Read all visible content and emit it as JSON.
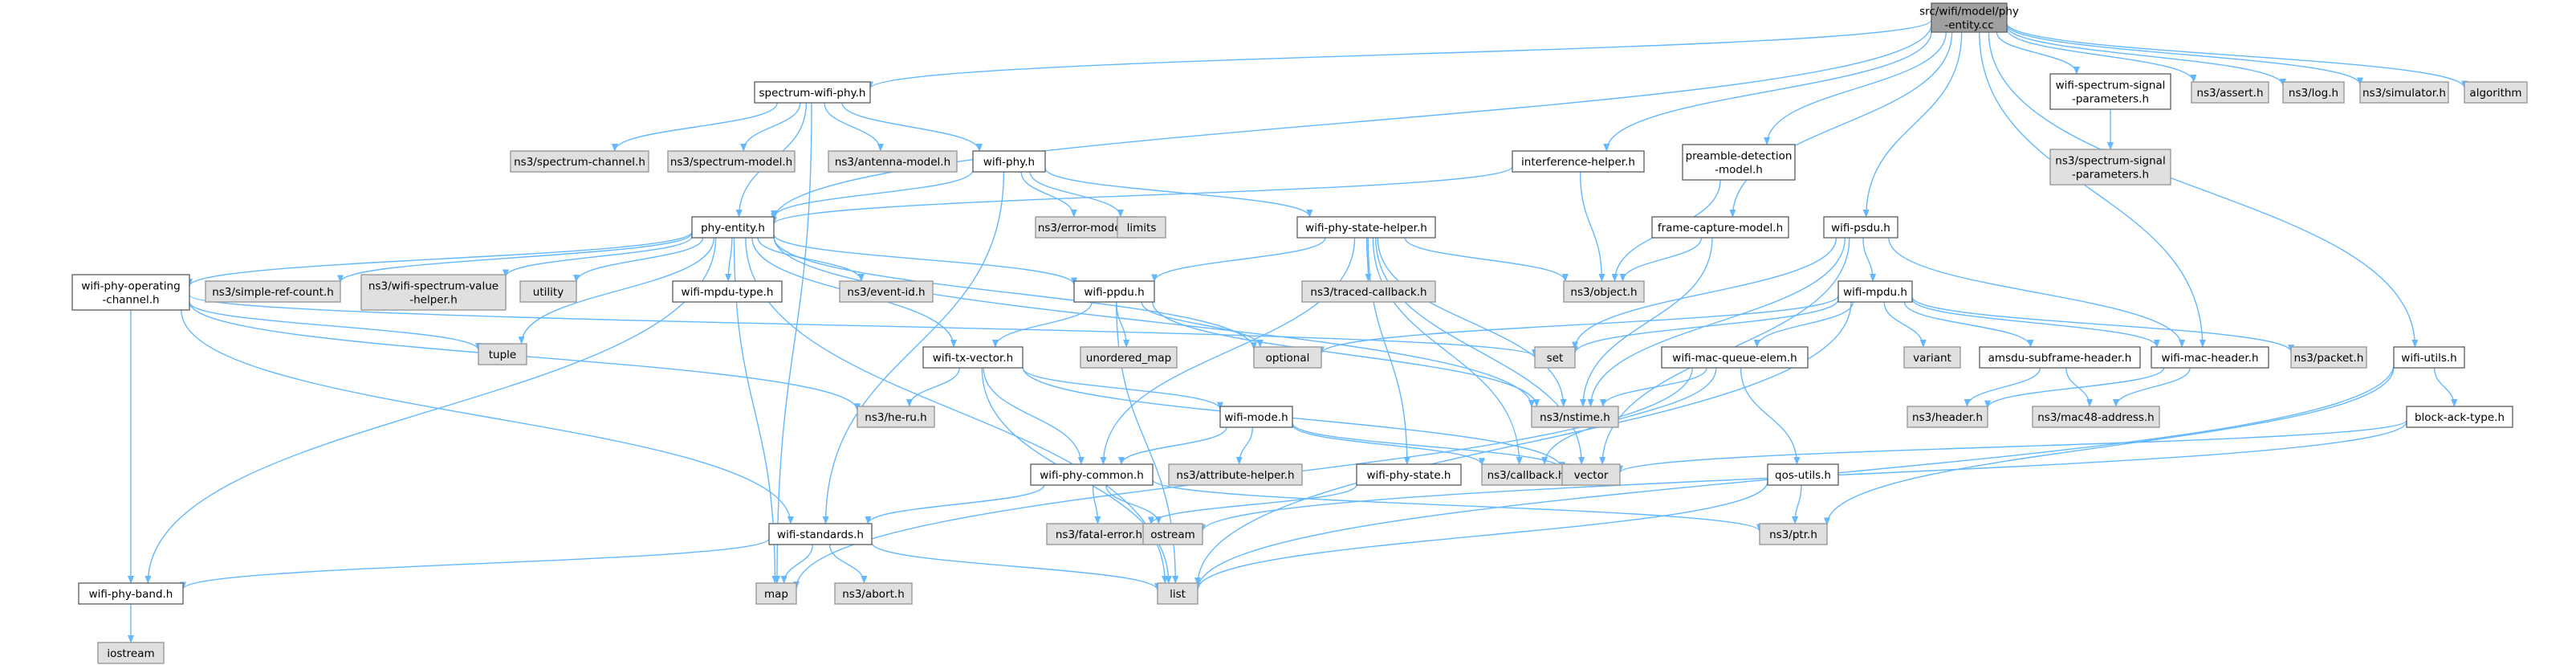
{
  "nodes": [
    {
      "id": "root",
      "lines": [
        "src/wifi/model/phy",
        "-entity.cc"
      ],
      "kind": "root"
    },
    {
      "id": "spectrum-wifi-phy",
      "lines": [
        "spectrum-wifi-phy.h"
      ],
      "kind": "doc"
    },
    {
      "id": "interference-helper",
      "lines": [
        "interference-helper.h"
      ],
      "kind": "doc"
    },
    {
      "id": "preamble-detection",
      "lines": [
        "preamble-detection",
        "-model.h"
      ],
      "kind": "doc"
    },
    {
      "id": "frame-capture",
      "lines": [
        "frame-capture-model.h"
      ],
      "kind": "doc"
    },
    {
      "id": "wifi-psdu",
      "lines": [
        "wifi-psdu.h"
      ],
      "kind": "doc"
    },
    {
      "id": "wifi-spectrum-signal-params",
      "lines": [
        "wifi-spectrum-signal",
        "-parameters.h"
      ],
      "kind": "doc"
    },
    {
      "id": "ns3-assert",
      "lines": [
        "ns3/assert.h"
      ],
      "kind": "ext"
    },
    {
      "id": "ns3-log",
      "lines": [
        "ns3/log.h"
      ],
      "kind": "ext"
    },
    {
      "id": "ns3-simulator",
      "lines": [
        "ns3/simulator.h"
      ],
      "kind": "ext"
    },
    {
      "id": "algorithm",
      "lines": [
        "algorithm"
      ],
      "kind": "ext"
    },
    {
      "id": "ns3-spectrum-signal-params",
      "lines": [
        "ns3/spectrum-signal",
        "-parameters.h"
      ],
      "kind": "ext"
    },
    {
      "id": "ns3-spectrum-channel",
      "lines": [
        "ns3/spectrum-channel.h"
      ],
      "kind": "ext"
    },
    {
      "id": "ns3-spectrum-model",
      "lines": [
        "ns3/spectrum-model.h"
      ],
      "kind": "ext"
    },
    {
      "id": "ns3-antenna-model",
      "lines": [
        "ns3/antenna-model.h"
      ],
      "kind": "ext"
    },
    {
      "id": "wifi-phy",
      "lines": [
        "wifi-phy.h"
      ],
      "kind": "doc"
    },
    {
      "id": "ns3-error-model",
      "lines": [
        "ns3/error-model.h"
      ],
      "kind": "ext"
    },
    {
      "id": "limits",
      "lines": [
        "limits"
      ],
      "kind": "ext"
    },
    {
      "id": "wifi-phy-state-helper",
      "lines": [
        "wifi-phy-state-helper.h"
      ],
      "kind": "doc"
    },
    {
      "id": "phy-entity",
      "lines": [
        "phy-entity.h"
      ],
      "kind": "doc"
    },
    {
      "id": "wifi-phy-operating-channel",
      "lines": [
        "wifi-phy-operating",
        "-channel.h"
      ],
      "kind": "doc"
    },
    {
      "id": "ns3-simple-ref-count",
      "lines": [
        "ns3/simple-ref-count.h"
      ],
      "kind": "ext"
    },
    {
      "id": "ns3-wifi-spectrum-value-helper",
      "lines": [
        "ns3/wifi-spectrum-value",
        "-helper.h"
      ],
      "kind": "ext"
    },
    {
      "id": "utility",
      "lines": [
        "utility"
      ],
      "kind": "ext"
    },
    {
      "id": "wifi-mpdu-type",
      "lines": [
        "wifi-mpdu-type.h"
      ],
      "kind": "doc"
    },
    {
      "id": "ns3-event-id",
      "lines": [
        "ns3/event-id.h"
      ],
      "kind": "ext"
    },
    {
      "id": "wifi-ppdu",
      "lines": [
        "wifi-ppdu.h"
      ],
      "kind": "doc"
    },
    {
      "id": "ns3-traced-callback",
      "lines": [
        "ns3/traced-callback.h"
      ],
      "kind": "ext"
    },
    {
      "id": "ns3-object",
      "lines": [
        "ns3/object.h"
      ],
      "kind": "ext"
    },
    {
      "id": "wifi-mpdu",
      "lines": [
        "wifi-mpdu.h"
      ],
      "kind": "doc"
    },
    {
      "id": "tuple",
      "lines": [
        "tuple"
      ],
      "kind": "ext"
    },
    {
      "id": "unordered_map",
      "lines": [
        "unordered_map"
      ],
      "kind": "ext"
    },
    {
      "id": "optional",
      "lines": [
        "optional"
      ],
      "kind": "ext"
    },
    {
      "id": "set",
      "lines": [
        "set"
      ],
      "kind": "ext"
    },
    {
      "id": "variant",
      "lines": [
        "variant"
      ],
      "kind": "ext"
    },
    {
      "id": "amsdu-subframe-header",
      "lines": [
        "amsdu-subframe-header.h"
      ],
      "kind": "doc"
    },
    {
      "id": "wifi-mac-header",
      "lines": [
        "wifi-mac-header.h"
      ],
      "kind": "doc"
    },
    {
      "id": "ns3-packet",
      "lines": [
        "ns3/packet.h"
      ],
      "kind": "ext"
    },
    {
      "id": "wifi-utils",
      "lines": [
        "wifi-utils.h"
      ],
      "kind": "doc"
    },
    {
      "id": "wifi-tx-vector",
      "lines": [
        "wifi-tx-vector.h"
      ],
      "kind": "doc"
    },
    {
      "id": "wifi-mac-queue-elem",
      "lines": [
        "wifi-mac-queue-elem.h"
      ],
      "kind": "doc"
    },
    {
      "id": "ns3-nstime",
      "lines": [
        "ns3/nstime.h"
      ],
      "kind": "ext"
    },
    {
      "id": "ns3-he-ru",
      "lines": [
        "ns3/he-ru.h"
      ],
      "kind": "ext"
    },
    {
      "id": "wifi-mode",
      "lines": [
        "wifi-mode.h"
      ],
      "kind": "doc"
    },
    {
      "id": "ns3-header",
      "lines": [
        "ns3/header.h"
      ],
      "kind": "ext"
    },
    {
      "id": "ns3-mac48-address",
      "lines": [
        "ns3/mac48-address.h"
      ],
      "kind": "ext"
    },
    {
      "id": "block-ack-type",
      "lines": [
        "block-ack-type.h"
      ],
      "kind": "doc"
    },
    {
      "id": "ns3-attribute-helper",
      "lines": [
        "ns3/attribute-helper.h"
      ],
      "kind": "ext"
    },
    {
      "id": "ns3-callback",
      "lines": [
        "ns3/callback.h"
      ],
      "kind": "ext"
    },
    {
      "id": "vector",
      "lines": [
        "vector"
      ],
      "kind": "ext"
    },
    {
      "id": "wifi-phy-common",
      "lines": [
        "wifi-phy-common.h"
      ],
      "kind": "doc"
    },
    {
      "id": "wifi-phy-state",
      "lines": [
        "wifi-phy-state.h"
      ],
      "kind": "doc"
    },
    {
      "id": "qos-utils",
      "lines": [
        "qos-utils.h"
      ],
      "kind": "doc"
    },
    {
      "id": "ns3-fatal-error",
      "lines": [
        "ns3/fatal-error.h"
      ],
      "kind": "ext"
    },
    {
      "id": "ostream",
      "lines": [
        "ostream"
      ],
      "kind": "ext"
    },
    {
      "id": "ns3-ptr",
      "lines": [
        "ns3/ptr.h"
      ],
      "kind": "ext"
    },
    {
      "id": "wifi-standards",
      "lines": [
        "wifi-standards.h"
      ],
      "kind": "doc"
    },
    {
      "id": "map",
      "lines": [
        "map"
      ],
      "kind": "ext"
    },
    {
      "id": "ns3-abort",
      "lines": [
        "ns3/abort.h"
      ],
      "kind": "ext"
    },
    {
      "id": "list",
      "lines": [
        "list"
      ],
      "kind": "ext"
    },
    {
      "id": "wifi-phy-band",
      "lines": [
        "wifi-phy-band.h"
      ],
      "kind": "doc"
    },
    {
      "id": "iostream",
      "lines": [
        "iostream"
      ],
      "kind": "ext"
    }
  ],
  "edges": [
    [
      "root",
      "spectrum-wifi-phy"
    ],
    [
      "root",
      "phy-entity"
    ],
    [
      "root",
      "interference-helper"
    ],
    [
      "root",
      "preamble-detection"
    ],
    [
      "root",
      "frame-capture"
    ],
    [
      "root",
      "wifi-psdu"
    ],
    [
      "root",
      "wifi-mac-header"
    ],
    [
      "root",
      "wifi-utils"
    ],
    [
      "root",
      "wifi-spectrum-signal-params"
    ],
    [
      "root",
      "ns3-assert"
    ],
    [
      "root",
      "ns3-log"
    ],
    [
      "root",
      "ns3-simulator"
    ],
    [
      "root",
      "algorithm"
    ],
    [
      "wifi-spectrum-signal-params",
      "ns3-spectrum-signal-params"
    ],
    [
      "spectrum-wifi-phy",
      "ns3-spectrum-channel"
    ],
    [
      "spectrum-wifi-phy",
      "ns3-spectrum-model"
    ],
    [
      "spectrum-wifi-phy",
      "ns3-antenna-model"
    ],
    [
      "spectrum-wifi-phy",
      "wifi-phy"
    ],
    [
      "spectrum-wifi-phy",
      "phy-entity"
    ],
    [
      "spectrum-wifi-phy",
      "map"
    ],
    [
      "wifi-phy",
      "phy-entity"
    ],
    [
      "wifi-phy",
      "wifi-phy-state-helper"
    ],
    [
      "wifi-phy",
      "ns3-error-model"
    ],
    [
      "wifi-phy",
      "limits"
    ],
    [
      "wifi-phy",
      "wifi-standards"
    ],
    [
      "interference-helper",
      "phy-entity"
    ],
    [
      "interference-helper",
      "ns3-object"
    ],
    [
      "preamble-detection",
      "ns3-object"
    ],
    [
      "frame-capture",
      "ns3-object"
    ],
    [
      "frame-capture",
      "ns3-nstime"
    ],
    [
      "wifi-phy-state-helper",
      "wifi-ppdu"
    ],
    [
      "wifi-phy-state-helper",
      "ns3-traced-callback"
    ],
    [
      "wifi-phy-state-helper",
      "ns3-object"
    ],
    [
      "wifi-phy-state-helper",
      "ns3-nstime"
    ],
    [
      "wifi-phy-state-helper",
      "ns3-callback"
    ],
    [
      "wifi-phy-state-helper",
      "wifi-phy-state"
    ],
    [
      "wifi-phy-state-helper",
      "wifi-phy-common"
    ],
    [
      "wifi-phy-state-helper",
      "vector"
    ],
    [
      "phy-entity",
      "wifi-phy-operating-channel"
    ],
    [
      "phy-entity",
      "ns3-simple-ref-count"
    ],
    [
      "phy-entity",
      "ns3-wifi-spectrum-value-helper"
    ],
    [
      "phy-entity",
      "utility"
    ],
    [
      "phy-entity",
      "wifi-mpdu-type"
    ],
    [
      "phy-entity",
      "ns3-event-id"
    ],
    [
      "phy-entity",
      "wifi-ppdu"
    ],
    [
      "phy-entity",
      "tuple"
    ],
    [
      "phy-entity",
      "optional"
    ],
    [
      "phy-entity",
      "wifi-tx-vector"
    ],
    [
      "phy-entity",
      "ns3-nstime"
    ],
    [
      "phy-entity",
      "map"
    ],
    [
      "phy-entity",
      "list"
    ],
    [
      "phy-entity",
      "wifi-phy-band"
    ],
    [
      "wifi-phy-operating-channel",
      "tuple"
    ],
    [
      "wifi-phy-operating-channel",
      "set"
    ],
    [
      "wifi-phy-operating-channel",
      "ns3-he-ru"
    ],
    [
      "wifi-phy-operating-channel",
      "wifi-standards"
    ],
    [
      "wifi-phy-operating-channel",
      "wifi-phy-band"
    ],
    [
      "wifi-ppdu",
      "unordered_map"
    ],
    [
      "wifi-ppdu",
      "optional"
    ],
    [
      "wifi-ppdu",
      "wifi-tx-vector"
    ],
    [
      "wifi-ppdu",
      "ns3-nstime"
    ],
    [
      "wifi-ppdu",
      "list"
    ],
    [
      "wifi-psdu",
      "wifi-mpdu"
    ],
    [
      "wifi-psdu",
      "ns3-nstime"
    ],
    [
      "wifi-psdu",
      "set"
    ],
    [
      "wifi-psdu",
      "vector"
    ],
    [
      "wifi-psdu",
      "wifi-mac-header"
    ],
    [
      "wifi-mpdu",
      "amsdu-subframe-header"
    ],
    [
      "wifi-mpdu",
      "wifi-mac-header"
    ],
    [
      "wifi-mpdu",
      "ns3-packet"
    ],
    [
      "wifi-mpdu",
      "wifi-mac-queue-elem"
    ],
    [
      "wifi-mpdu",
      "optional"
    ],
    [
      "wifi-mpdu",
      "set"
    ],
    [
      "wifi-mpdu",
      "variant"
    ],
    [
      "wifi-mpdu",
      "list"
    ],
    [
      "amsdu-subframe-header",
      "ns3-header"
    ],
    [
      "amsdu-subframe-header",
      "ns3-mac48-address"
    ],
    [
      "wifi-mac-header",
      "ns3-header"
    ],
    [
      "wifi-mac-header",
      "ns3-mac48-address"
    ],
    [
      "wifi-utils",
      "block-ack-type"
    ],
    [
      "wifi-utils",
      "ns3-ptr"
    ],
    [
      "wifi-utils",
      "list"
    ],
    [
      "block-ack-type",
      "vector"
    ],
    [
      "block-ack-type",
      "ostream"
    ],
    [
      "wifi-tx-vector",
      "wifi-mode"
    ],
    [
      "wifi-tx-vector",
      "wifi-phy-common"
    ],
    [
      "wifi-tx-vector",
      "ns3-he-ru"
    ],
    [
      "wifi-tx-vector",
      "vector"
    ],
    [
      "wifi-tx-vector",
      "list"
    ],
    [
      "wifi-mac-queue-elem",
      "ns3-nstime"
    ],
    [
      "wifi-mac-queue-elem",
      "ns3-callback"
    ],
    [
      "wifi-mac-queue-elem",
      "qos-utils"
    ],
    [
      "wifi-mac-queue-elem",
      "map"
    ],
    [
      "wifi-mode",
      "ns3-attribute-helper"
    ],
    [
      "wifi-mode",
      "ns3-callback"
    ],
    [
      "wifi-mode",
      "wifi-phy-common"
    ],
    [
      "wifi-mode",
      "vector"
    ],
    [
      "wifi-phy-common",
      "ns3-fatal-error"
    ],
    [
      "wifi-phy-common",
      "ostream"
    ],
    [
      "wifi-phy-common",
      "ns3-ptr"
    ],
    [
      "wifi-phy-common",
      "wifi-standards"
    ],
    [
      "wifi-phy-state",
      "ns3-fatal-error"
    ],
    [
      "qos-utils",
      "ns3-ptr"
    ],
    [
      "qos-utils",
      "list"
    ],
    [
      "wifi-standards",
      "map"
    ],
    [
      "wifi-standards",
      "ns3-abort"
    ],
    [
      "wifi-standards",
      "list"
    ],
    [
      "wifi-standards",
      "wifi-phy-band"
    ],
    [
      "wifi-phy-band",
      "iostream"
    ]
  ]
}
